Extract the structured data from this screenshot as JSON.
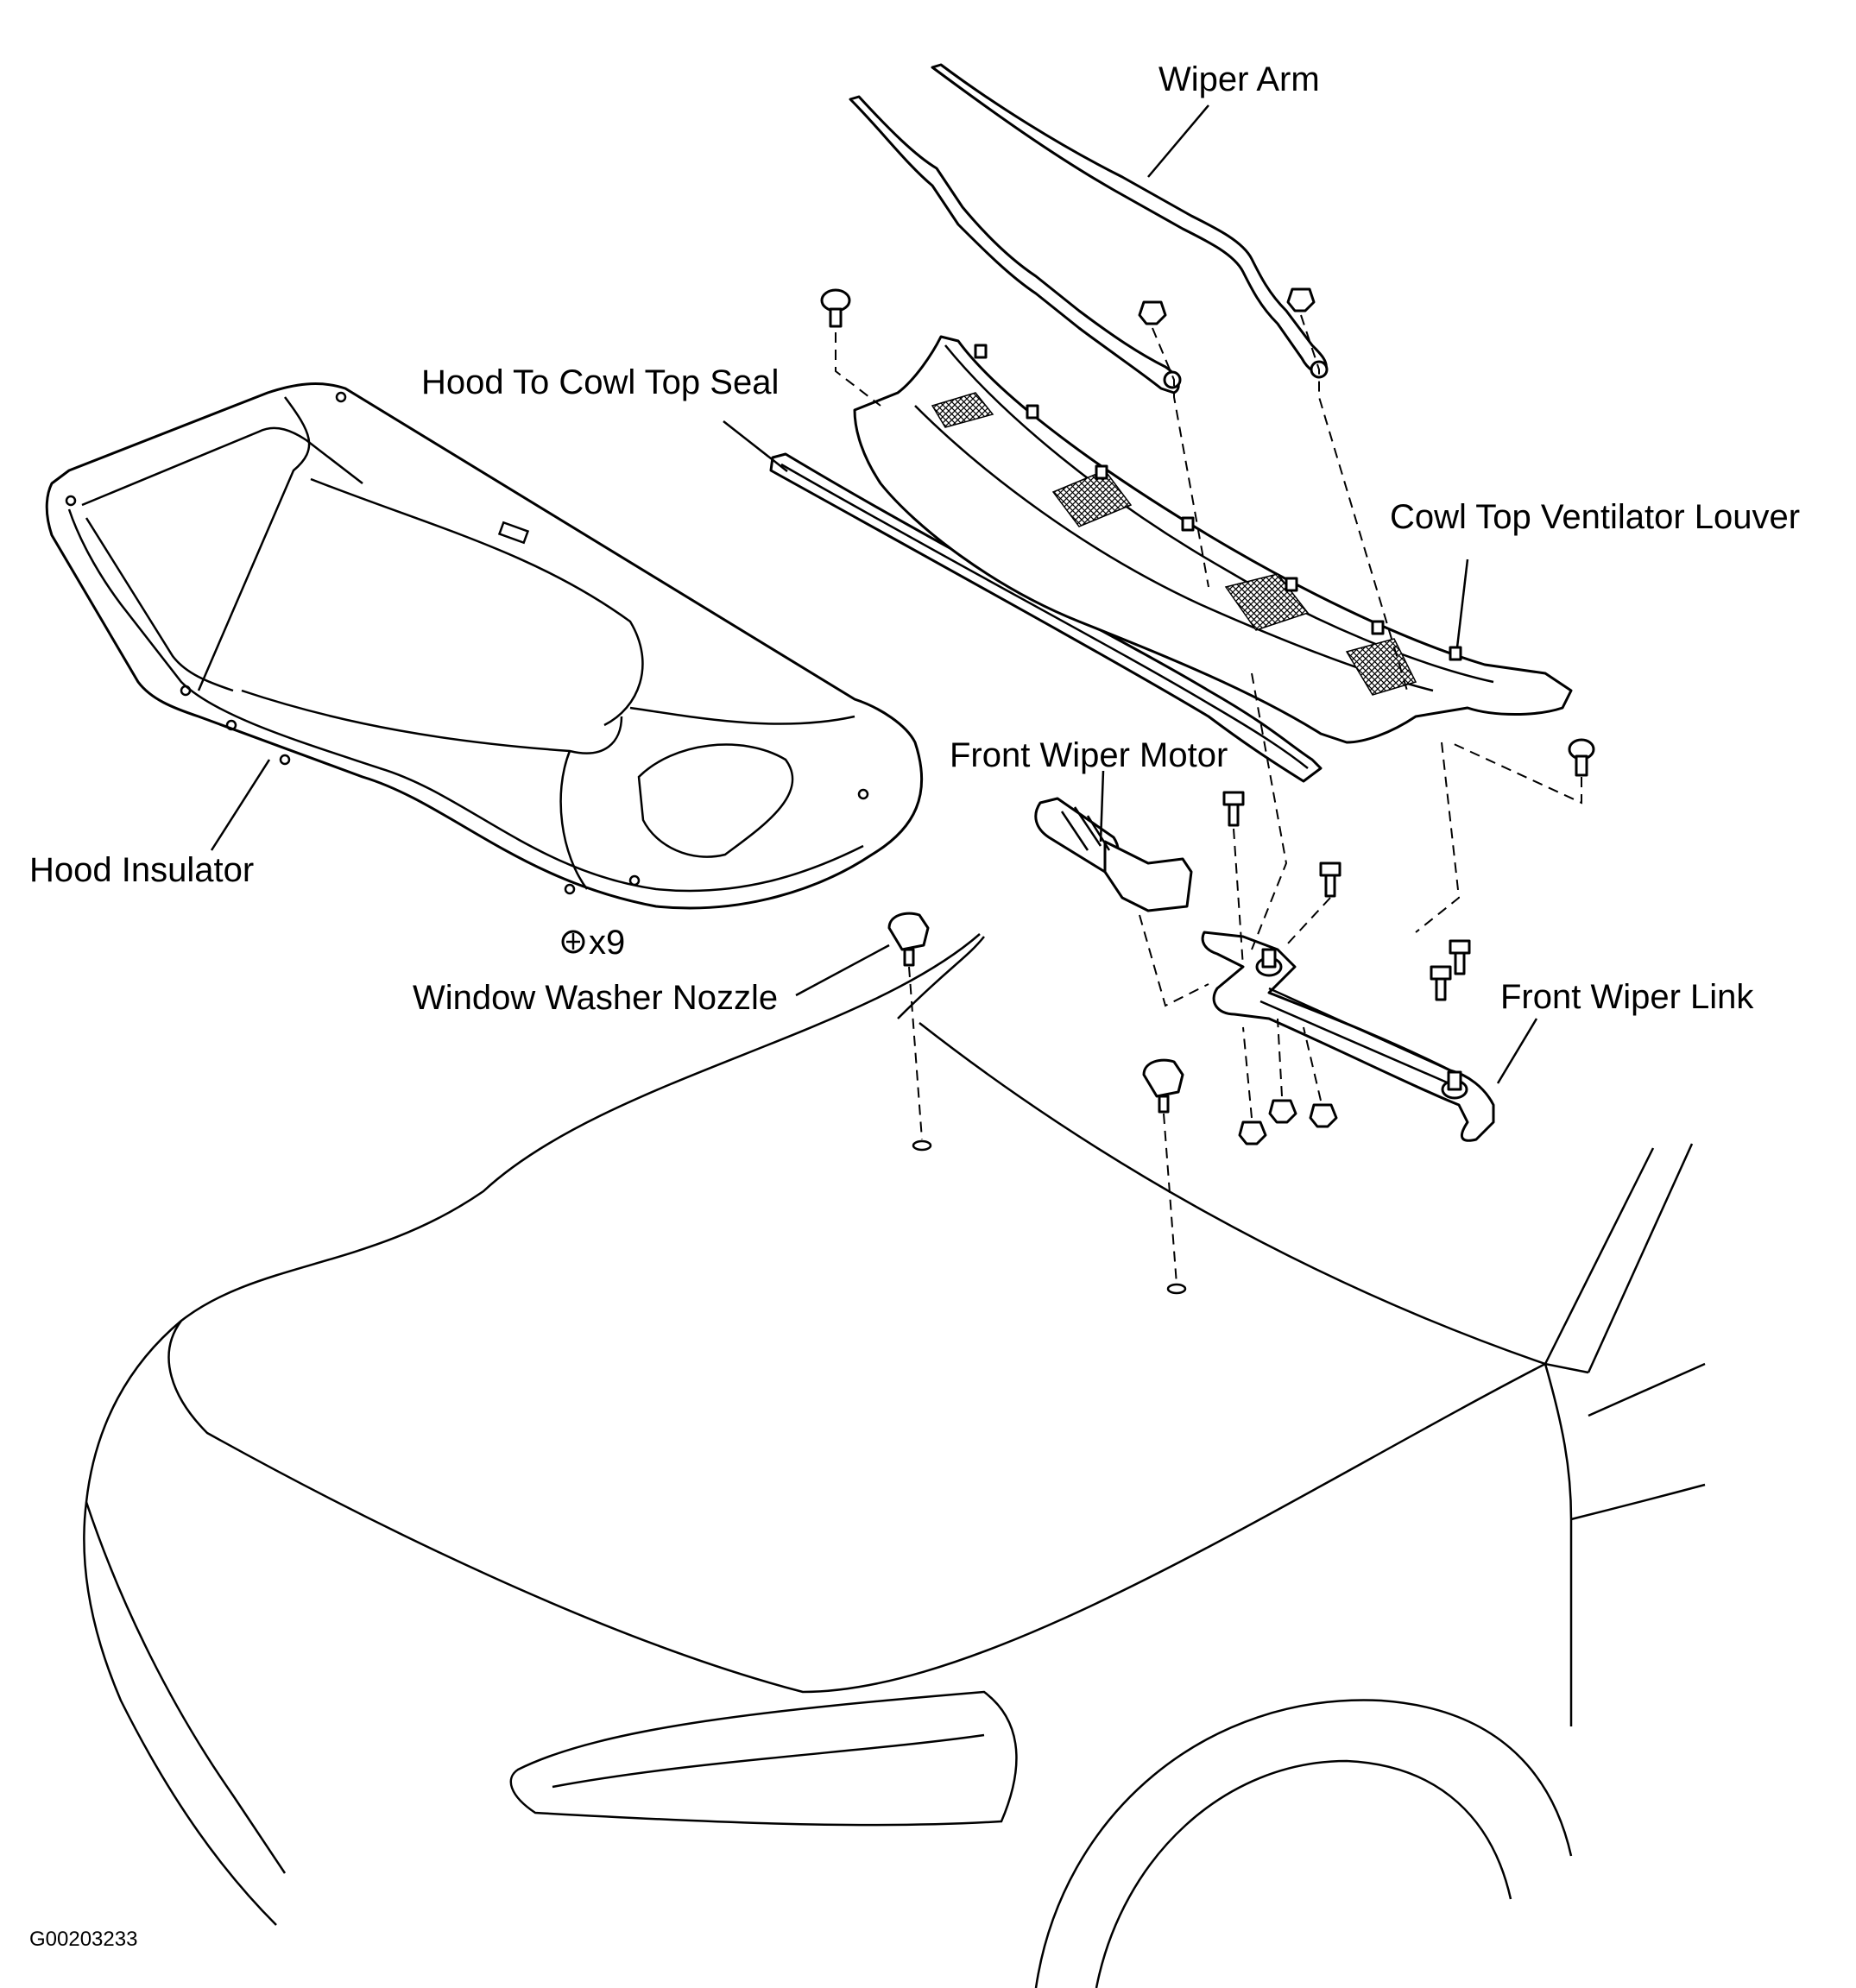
{
  "labels": {
    "wiper_arm": "Wiper Arm",
    "hood_to_cowl_top_seal": "Hood To Cowl Top Seal",
    "cowl_top_ventilator_louver": "Cowl Top Ventilator Louver",
    "front_wiper_motor": "Front Wiper Motor",
    "hood_insulator": "Hood Insulator",
    "clip_count": "x9",
    "window_washer_nozzle": "Window Washer Nozzle",
    "front_wiper_link": "Front Wiper Link"
  },
  "figure_id": "G00203233",
  "icons": {
    "clip_symbol": "push-clip-icon"
  },
  "colors": {
    "ink": "#000000",
    "paper": "#ffffff"
  }
}
